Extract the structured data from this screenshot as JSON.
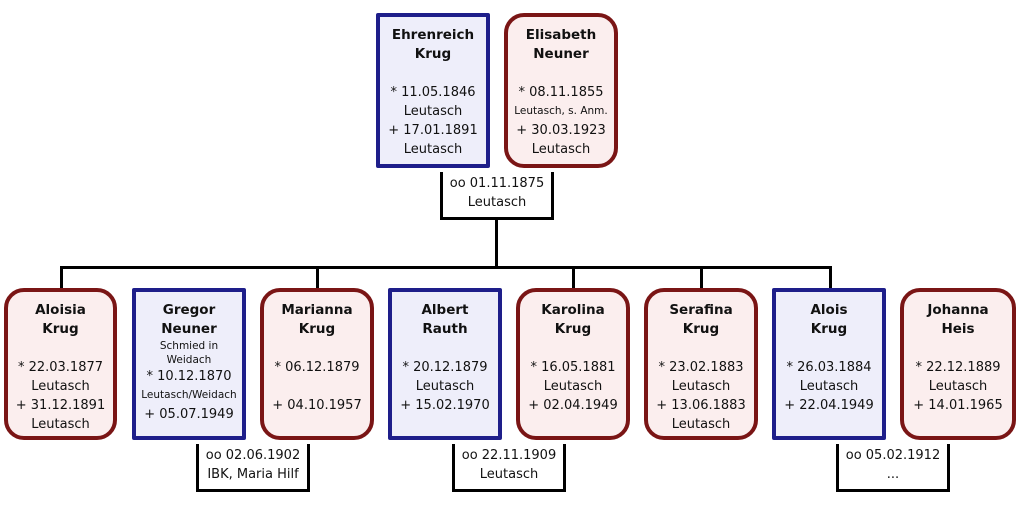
{
  "parents": [
    {
      "id": "ehrenreich",
      "gender": "male",
      "first": "Ehrenreich",
      "last": "Krug",
      "line1": "* 11.05.1846",
      "line2": "Leutasch",
      "line3": "+ 17.01.1891",
      "line4": "Leutasch"
    },
    {
      "id": "elisabeth",
      "gender": "female",
      "first": "Elisabeth",
      "last": "Neuner",
      "line1": "* 08.11.1855",
      "line2": "Leutasch, s. Anm.",
      "line2_small": true,
      "line3": "+ 30.03.1923",
      "line4": "Leutasch"
    }
  ],
  "parents_marriage": {
    "line1": "oo 01.11.1875",
    "line2": "Leutasch"
  },
  "children": [
    {
      "id": "aloisia",
      "gender": "female",
      "first": "Aloisia",
      "last": "Krug",
      "line1": "* 22.03.1877",
      "line2": "Leutasch",
      "line3": "+ 31.12.1891",
      "line4": "Leutasch"
    },
    {
      "id": "gregor",
      "gender": "male",
      "first": "Gregor",
      "last": "Neuner",
      "note": "Schmied in Weidach",
      "line1": "* 10.12.1870",
      "line2": "Leutasch/Weidach",
      "line2_small": true,
      "line3": "+ 05.07.1949",
      "line4": ""
    },
    {
      "id": "marianna",
      "gender": "female",
      "first": "Marianna",
      "last": "Krug",
      "line1": "* 06.12.1879",
      "line2": "",
      "line3": "+ 04.10.1957",
      "line4": ""
    },
    {
      "id": "albert",
      "gender": "male",
      "first": "Albert",
      "last": "Rauth",
      "line1": "* 20.12.1879",
      "line2": "Leutasch",
      "line3": "+ 15.02.1970",
      "line4": ""
    },
    {
      "id": "karolina",
      "gender": "female",
      "first": "Karolina",
      "last": "Krug",
      "line1": "* 16.05.1881",
      "line2": "Leutasch",
      "line3": "+ 02.04.1949",
      "line4": ""
    },
    {
      "id": "serafina",
      "gender": "female",
      "first": "Serafina",
      "last": "Krug",
      "line1": "* 23.02.1883",
      "line2": "Leutasch",
      "line3": "+ 13.06.1883",
      "line4": "Leutasch"
    },
    {
      "id": "alois",
      "gender": "male",
      "first": "Alois",
      "last": "Krug",
      "line1": "* 26.03.1884",
      "line2": "Leutasch",
      "line3": "+ 22.04.1949",
      "line4": ""
    },
    {
      "id": "johanna",
      "gender": "female",
      "first": "Johanna",
      "last": "Heis",
      "line1": "* 22.12.1889",
      "line2": "Leutasch",
      "line3": "+ 14.01.1965",
      "line4": ""
    }
  ],
  "child_marriages": [
    {
      "id": "gregor-marianna",
      "line1": "oo 02.06.1902",
      "line2": "IBK, Maria Hilf"
    },
    {
      "id": "albert-karolina",
      "line1": "oo 22.11.1909",
      "line2": "Leutasch"
    },
    {
      "id": "alois-johanna",
      "line1": "oo 05.02.1912",
      "line2": "..."
    }
  ]
}
